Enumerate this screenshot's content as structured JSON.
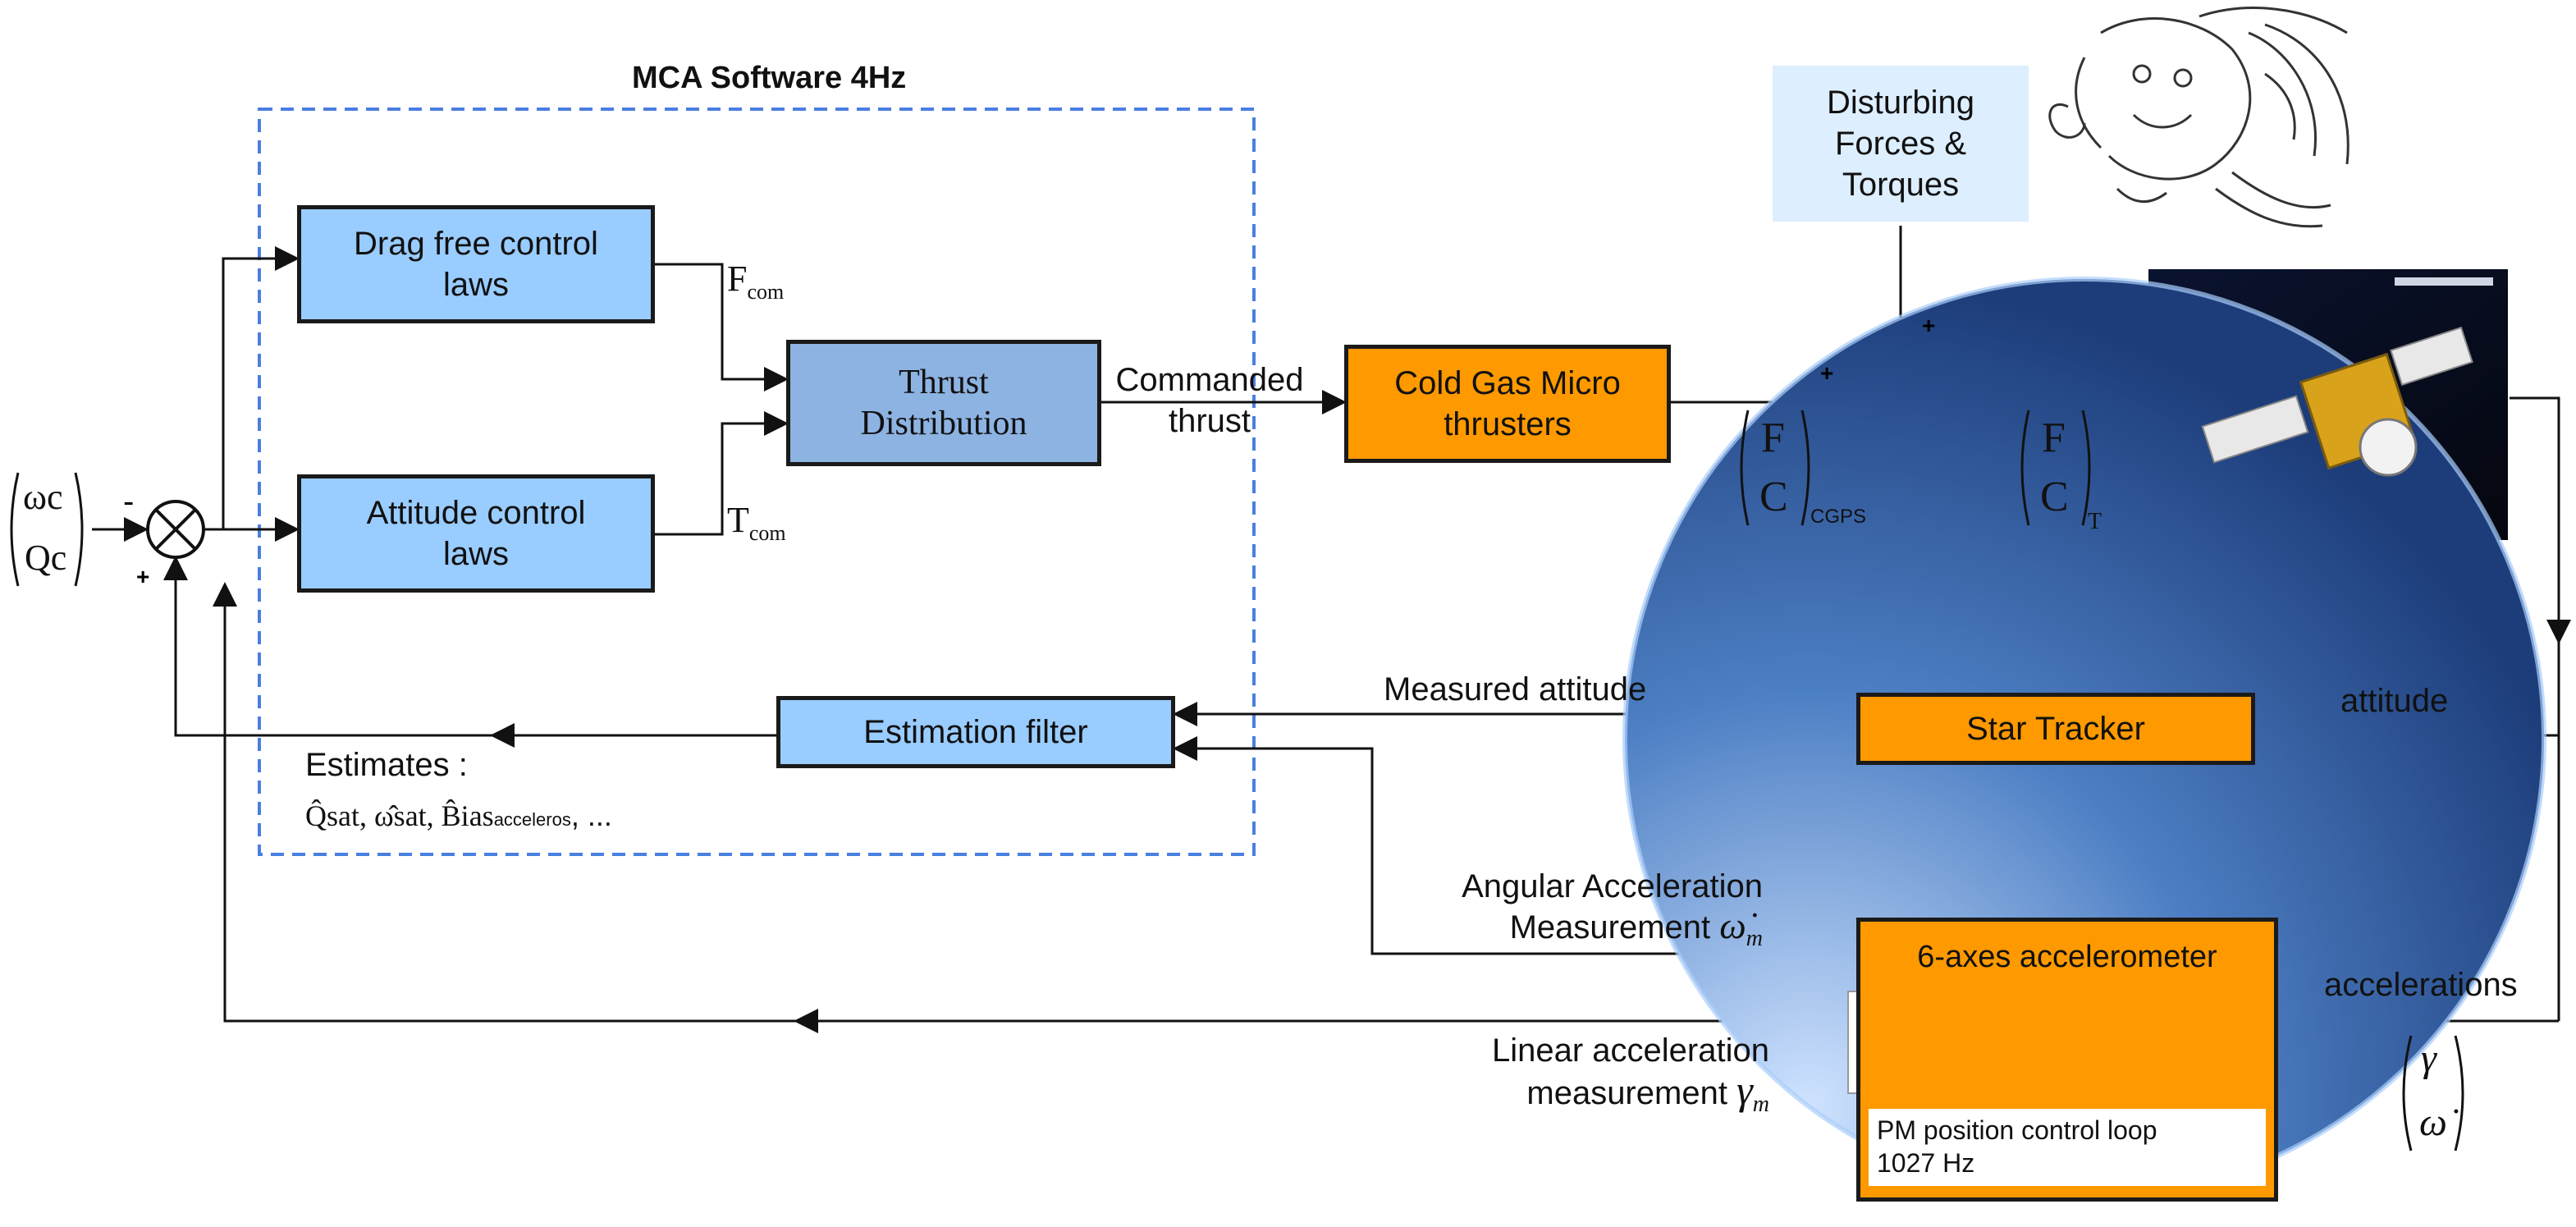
{
  "title": "MCA Software 4Hz",
  "blocks": {
    "drag_free": "Drag free control\nlaws",
    "attitude": "Attitude control\nlaws",
    "thrust_dist": "Thrust\nDistribution",
    "cold_gas": "Cold Gas Micro\nthrusters",
    "disturbing": "Disturbing\nForces &\nTorques",
    "estimation": "Estimation filter",
    "star_tracker": "Star Tracker",
    "accelerometer": "6-axes accelerometer",
    "pm_loop": "PM position control loop\n1027 Hz"
  },
  "labels": {
    "f_com": "F",
    "f_com_sub": "com",
    "t_com": "T",
    "t_com_sub": "com",
    "commanded_thrust": "Commanded\nthrust",
    "measured_attitude": "Measured attitude",
    "attitude": "attitude",
    "accelerations": "accelerations",
    "angular_accel": "Angular Acceleration\nMeasurement",
    "angular_accel_sym": "ω̇",
    "angular_accel_sub": "m",
    "linear_accel": "Linear acceleration\nmeasurement",
    "linear_accel_sym": "γ",
    "linear_accel_sub": "m",
    "estimates": "Estimates :",
    "estimates_list": "Q̂sat, ω̂sat, B̂ias",
    "estimates_sub": "acceleros",
    "estimates_tail": ", ...",
    "minus": "-",
    "plus": "+"
  },
  "vectors": {
    "input_top": "ωc",
    "input_bottom": "Qc",
    "cgps_top": "F",
    "cgps_bottom": "C",
    "cgps_sub": "CGPS",
    "t_top": "F",
    "t_bottom": "C",
    "t_sub": "T",
    "acc_top": "γ",
    "acc_bottom": "ω̇"
  },
  "colors": {
    "blue_block": "#99ccff",
    "thrust_block": "#8db3e2",
    "orange_block": "#ff9900",
    "cloud_block": "#ddeeff",
    "dashed_frame": "#4a7fe0"
  },
  "icons": [
    "summing-junction",
    "wind-face-illustration",
    "satellite-earth-image",
    "control-loop-thumbnail"
  ]
}
